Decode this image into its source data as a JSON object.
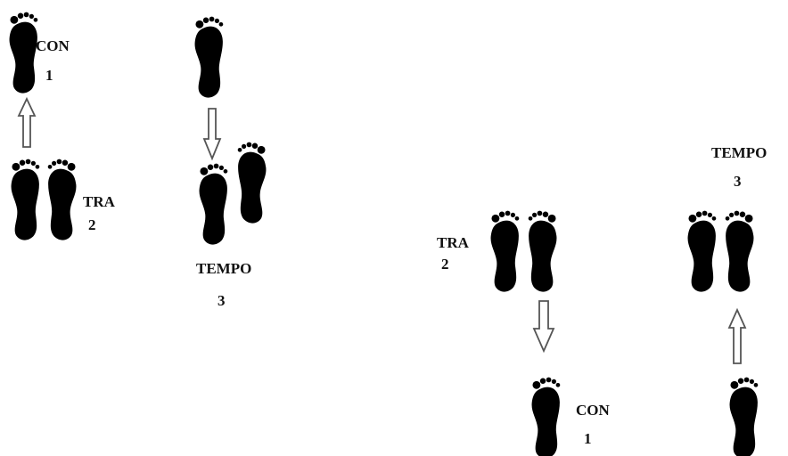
{
  "labels": {
    "con": "CON",
    "tra": "TRA",
    "tempo": "TEMPO",
    "step1": "1",
    "step2": "2",
    "step3": "3"
  },
  "icons": {
    "foot": "footprint-icon",
    "arrow_up": "arrow-up-icon",
    "arrow_down": "arrow-down-icon"
  }
}
